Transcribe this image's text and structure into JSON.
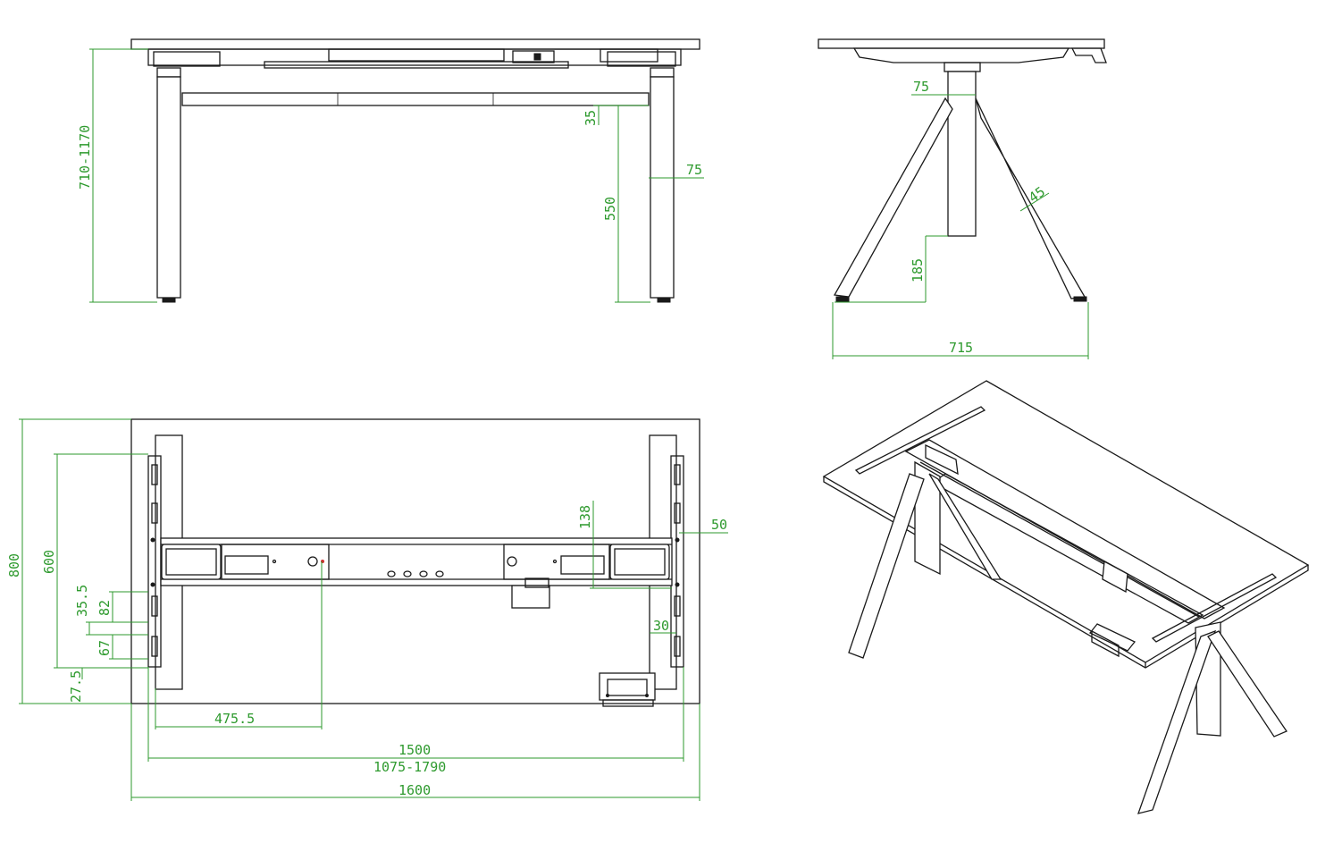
{
  "colors": {
    "dimension": "#2e9a2e",
    "outline": "#1a1a1a",
    "background": "#ffffff"
  },
  "dimensions": {
    "height_range": "710-1170",
    "crossbar_height": "35",
    "crossbar_clearance": "550",
    "leg_width": "75",
    "side_leg_top": "75",
    "leg_angle": "45",
    "foot_height": "185",
    "foot_span": "715",
    "depth": "800",
    "bracket_span": "600",
    "hole_a": "35.5",
    "hole_b": "82",
    "hole_c": "67",
    "hole_d": "27.5",
    "rail_offset": "138",
    "edge_offset": "50",
    "bracket_offset": "30",
    "cutout_offset": "475.5",
    "frame_width": "1500",
    "frame_range": "1075-1790",
    "top_width": "1600"
  }
}
